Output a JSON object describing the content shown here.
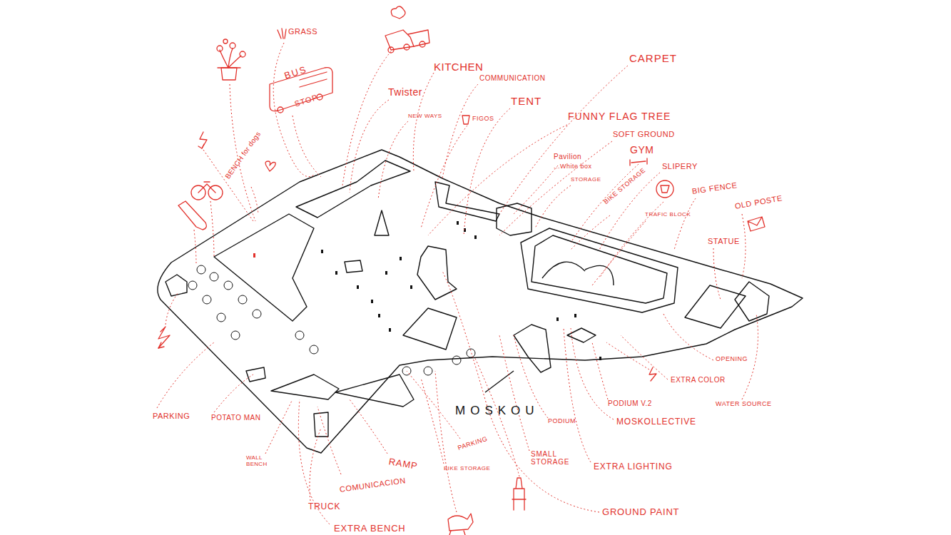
{
  "diagram": {
    "labels": [
      "GRASS",
      "BUS",
      "STOP",
      "KITCHEN",
      "COMMUNICATION",
      "Twister",
      "NEW WAYS",
      "FIGOS",
      "TENT",
      "CARPET",
      "FUNNY FLAG TREE",
      "SOFT GROUND",
      "Pavilion",
      "...White box",
      "STORAGE",
      "GYM",
      "SLIPERY",
      "BIKE STORAGE",
      "BIG FENCE",
      "TRAFIC BLOCK",
      "OLD POSTE",
      "STATUE",
      "OPENING",
      "EXTRA COLOR",
      "WATER SOURCE",
      "PODIUM V.2",
      "MOSKOLLECTIVE",
      "EXTRA LIGHTING",
      "PODIUM",
      "SMALL STORAGE",
      "GROUND PAINT",
      "PARKING",
      "BIKE STORAGE",
      "RAMP",
      "COMUNICACION",
      "TRUCK",
      "EXTRA BENCH",
      "WALL BENCH",
      "POTATO MAN",
      "PARKING",
      "BENCH for dogs",
      "MOSKOU"
    ]
  }
}
